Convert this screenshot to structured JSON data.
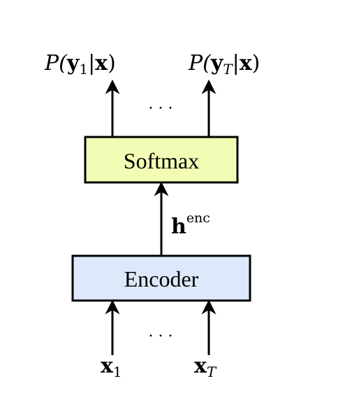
{
  "diagram": {
    "encoder_label": "Encoder",
    "softmax_label": "Softmax",
    "hidden_label": "h",
    "hidden_superscript": "enc",
    "input_first": "x",
    "input_first_sub": "1",
    "input_last": "x",
    "input_last_sub": "T",
    "output_first": {
      "p": "P(",
      "y": "y",
      "sub": "1",
      "rest": "|",
      "x": "x",
      "close": ")"
    },
    "output_last": {
      "p": "P(",
      "y": "y",
      "sub": "T",
      "rest": "|",
      "x": "x",
      "close": ")"
    },
    "ellipsis": "· · ·",
    "colors": {
      "encoder_fill": "#dde8fa",
      "softmax_fill": "#f3fcb4",
      "stroke": "#000000"
    }
  }
}
